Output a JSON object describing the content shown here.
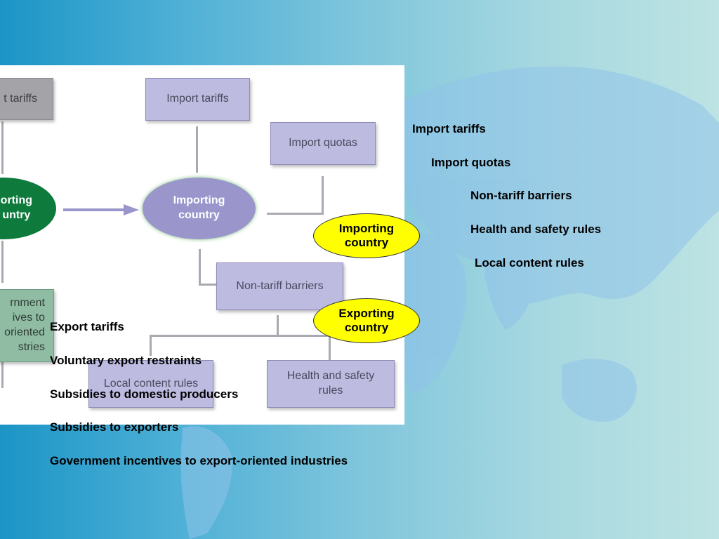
{
  "diagram": {
    "left_partial": {
      "tariffs_box": "t tariffs",
      "ellipse": "orting\nuntry",
      "incentives_box": "rnment\nives to\noriented\nstries"
    },
    "import_tariffs_box": "Import tariffs",
    "import_quotas_box": "Import quotas",
    "importing_country_ellipse": "Importing\ncountry",
    "non_tariff_box": "Non-tariff barriers",
    "local_content_box": "Local content rules",
    "health_safety_box": "Health and safety\nrules"
  },
  "callouts": {
    "importing": "Importing\ncountry",
    "exporting": "Exporting\ncountry"
  },
  "import_list": [
    "Import tariffs",
    "Import quotas",
    "Non-tariff barriers",
    "Health and safety rules",
    "Local content rules"
  ],
  "export_list": [
    "Export tariffs",
    "Voluntary export restraints",
    "Subsidies to domestic producers",
    "Subsidies to exporters",
    "Government incentives to export-oriented industries"
  ],
  "colors": {
    "box_fill": "#bdbbe0",
    "importing_ellipse": "#9a96cc",
    "exporting_ellipse": "#0e7a3c",
    "callout_fill": "#ffff00"
  }
}
